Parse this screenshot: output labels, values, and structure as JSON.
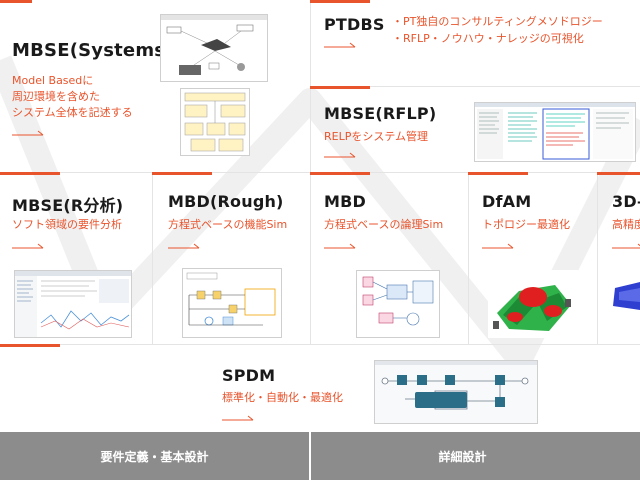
{
  "cards": {
    "mbse_systems": {
      "title": "MBSE(Systems)",
      "desc_lines": [
        "Model Basedに",
        "周辺環境を含めた",
        "システム全体を記述する"
      ]
    },
    "ptdbs": {
      "title": "PTDBS",
      "bullets": [
        "・PT独自のコンサルティングメソドロジー",
        "・RFLP・ノウハウ・ナレッジの可視化"
      ]
    },
    "mbse_rflp": {
      "title": "MBSE(RFLP)",
      "desc": "RELPをシステム管理"
    },
    "mbse_r": {
      "title": "MBSE(R分析)",
      "desc": "ソフト領域の要件分析"
    },
    "mbd_rough": {
      "title": "MBD(Rough)",
      "desc": "方程式ベースの機能Sim"
    },
    "mbd": {
      "title": "MBD",
      "desc": "方程式ベースの論理Sim"
    },
    "dfam": {
      "title": "DfAM",
      "desc": "トポロジー最適化"
    },
    "d3": {
      "title": "3D–",
      "desc": "高精度"
    },
    "spdm": {
      "title": "SPDM",
      "desc": "標準化・自動化・最適化"
    }
  },
  "footer": {
    "left": "要件定義・基本設計",
    "right": "詳細設計"
  },
  "colors": {
    "accent": "#e8542c",
    "footer_bg": "#8c8c8c",
    "divider": "#e4e4e4"
  }
}
